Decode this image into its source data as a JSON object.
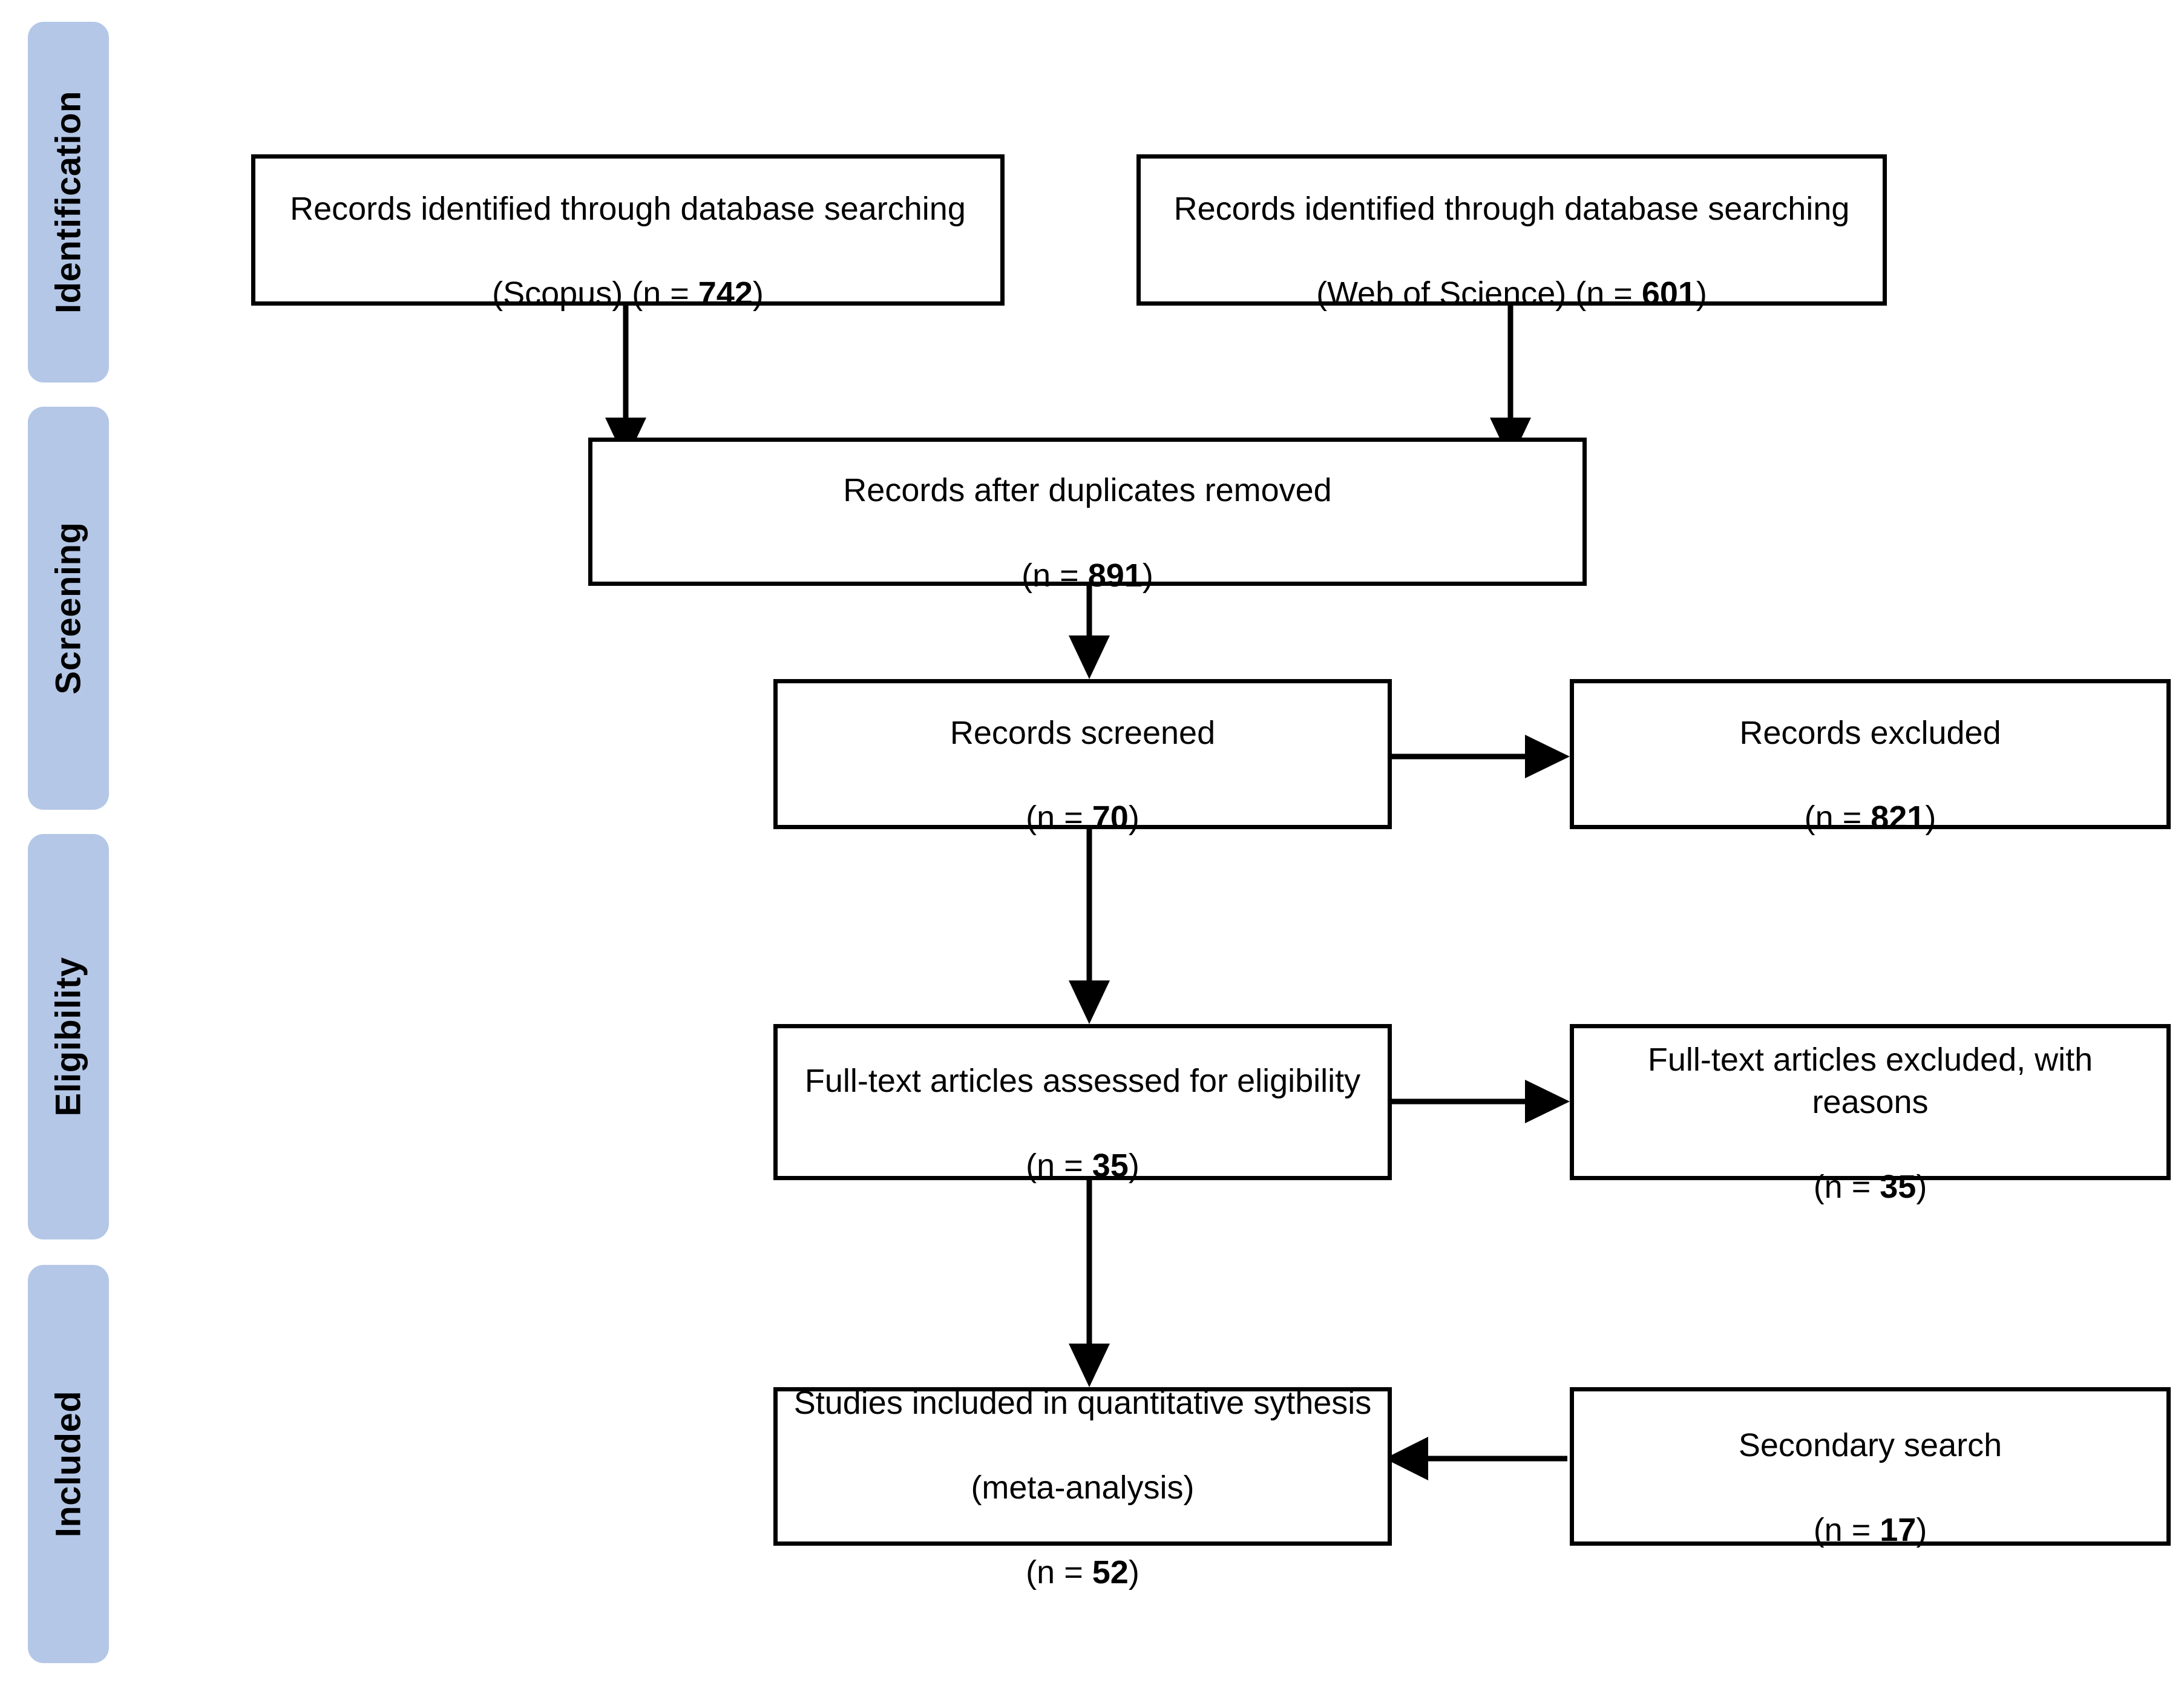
{
  "diagram": {
    "type": "prisma-flow-diagram",
    "accent_color": "#b4c7e7",
    "box_border_color": "#000000",
    "background_color": "#ffffff",
    "stages": [
      {
        "id": "identification",
        "label": "Identification"
      },
      {
        "id": "screening",
        "label": "Screening"
      },
      {
        "id": "eligibility",
        "label": "Eligibility"
      },
      {
        "id": "included",
        "label": "Included"
      }
    ],
    "boxes": [
      {
        "id": "records-scopus",
        "line1": "Records identified through database searching",
        "line2_prefix": "(Scopus) (n = ",
        "count": "742",
        "line2_suffix": ")"
      },
      {
        "id": "records-wos",
        "line1": "Records identified through database searching",
        "line2_prefix": "(Web of Science) (n = ",
        "count": "601",
        "line2_suffix": ")"
      },
      {
        "id": "records-deduplicated",
        "line1": "Records after duplicates removed",
        "line2_prefix": "(n = ",
        "count": "891",
        "line2_suffix": ")"
      },
      {
        "id": "records-screened",
        "line1": "Records screened",
        "line2_prefix": "(n = ",
        "count": "70",
        "line2_suffix": ")"
      },
      {
        "id": "records-excluded",
        "line1": "Records excluded",
        "line2_prefix": "(n = ",
        "count": "821",
        "line2_suffix": ")"
      },
      {
        "id": "fulltext-assessed",
        "line1": "Full-text articles assessed for eligibility",
        "line2_prefix": "(n = ",
        "count": "35",
        "line2_suffix": ")"
      },
      {
        "id": "fulltext-excluded",
        "line1": "Full-text articles excluded, with reasons",
        "line2_prefix": "(n = ",
        "count": "35",
        "line2_suffix": ")"
      },
      {
        "id": "studies-included",
        "line1": "Studies included in quantitative sythesis",
        "line1b": "(meta-analysis)",
        "line2_prefix": "(n = ",
        "count": "52",
        "line2_suffix": ")"
      },
      {
        "id": "secondary-search",
        "line1": "Secondary search",
        "line2_prefix": "(n = ",
        "count": "17",
        "line2_suffix": ")"
      }
    ],
    "connectors": [
      {
        "id": "scopus-to-dedup",
        "direction": "down"
      },
      {
        "id": "wos-to-dedup",
        "direction": "down"
      },
      {
        "id": "dedup-to-screened",
        "direction": "down"
      },
      {
        "id": "screened-to-excluded",
        "direction": "right"
      },
      {
        "id": "screened-to-fulltext",
        "direction": "down"
      },
      {
        "id": "fulltext-to-fulltext-excluded",
        "direction": "right"
      },
      {
        "id": "fulltext-to-included",
        "direction": "down"
      },
      {
        "id": "secondary-to-included",
        "direction": "left"
      }
    ]
  }
}
